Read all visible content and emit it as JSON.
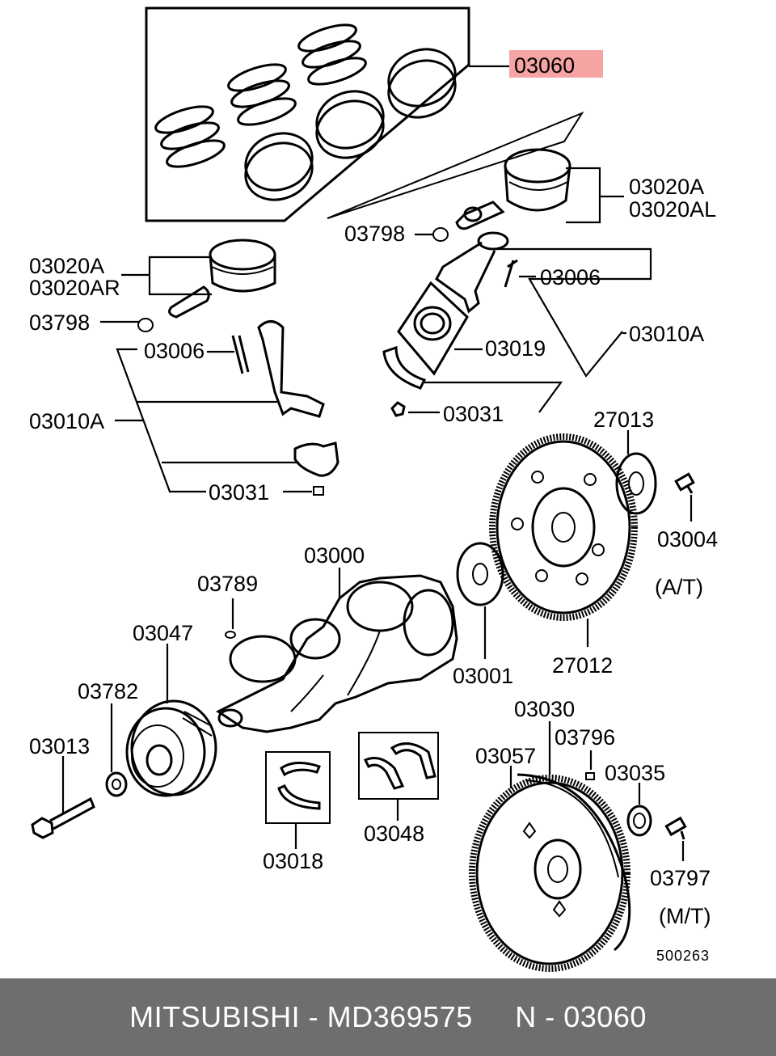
{
  "highlight_color": "#f5a3a3",
  "labels": {
    "p03060": "03060",
    "p03020A_r": "03020A",
    "p03020AL": "03020AL",
    "p03798_r": "03798",
    "p03006_r": "03006",
    "p03019": "03019",
    "p03010A_r": "03010A",
    "p03031_r": "03031",
    "p03020A_l": "03020A",
    "p03020AR": "03020AR",
    "p03798_l": "03798",
    "p03006_l": "03006",
    "p03010A_l": "03010A",
    "p03031_l": "03031",
    "p27013": "27013",
    "p03004": "03004",
    "at": "(A/T)",
    "p03000": "03000",
    "p03789": "03789",
    "p03047": "03047",
    "p03001": "03001",
    "p27012": "27012",
    "p03782": "03782",
    "p03013": "03013",
    "p03030": "03030",
    "p03796": "03796",
    "p03057": "03057",
    "p03035": "03035",
    "p03018": "03018",
    "p03048": "03048",
    "p03797": "03797",
    "mt": "(M/T)",
    "diagram_no": "500263"
  },
  "footer": {
    "text": "MITSUBISHI - MD369575     N - 03060"
  }
}
